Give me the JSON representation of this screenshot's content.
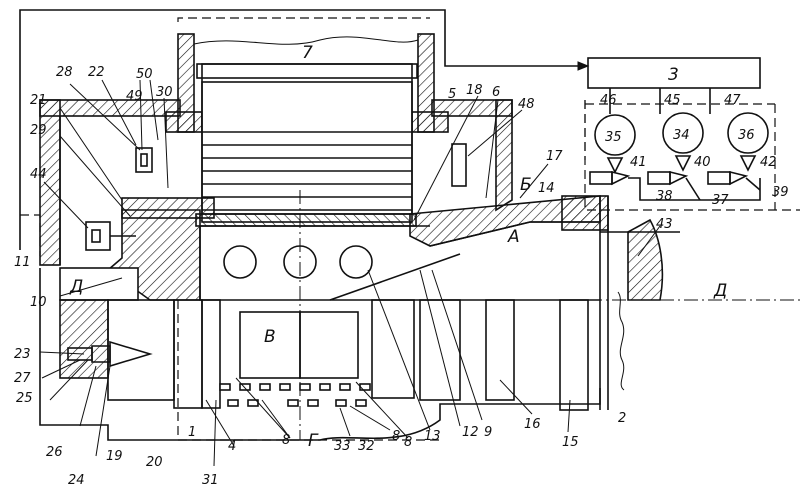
{
  "labels": {
    "n1": "1",
    "n2": "2",
    "n3": "3",
    "n4": "4",
    "n5": "5",
    "n6": "6",
    "n7": "7",
    "n8a": "8",
    "n8b": "8",
    "n8c": "8",
    "n9": "9",
    "n10": "10",
    "n11": "11",
    "n12": "12",
    "n13": "13",
    "n14": "14",
    "n15": "15",
    "n16": "16",
    "n17": "17",
    "n18": "18",
    "n19": "19",
    "n20": "20",
    "n21": "21",
    "n22": "22",
    "n23": "23",
    "n24": "24",
    "n25": "25",
    "n26": "26",
    "n27": "27",
    "n28": "28",
    "n29": "29",
    "n30": "30",
    "n31": "31",
    "n32": "32",
    "n33": "33",
    "n34": "34",
    "n35": "35",
    "n36": "36",
    "n37": "37",
    "n38": "38",
    "n39": "39",
    "n40": "40",
    "n41": "41",
    "n42": "42",
    "n43": "43",
    "n44": "44",
    "n45": "45",
    "n46": "46",
    "n47": "47",
    "n48": "48",
    "n49": "49",
    "n50": "50",
    "zone_A": "А",
    "zone_B": "Б",
    "zone_V": "В",
    "zone_G": "Г",
    "zone_D_left": "Д",
    "zone_D_right": "Д"
  }
}
